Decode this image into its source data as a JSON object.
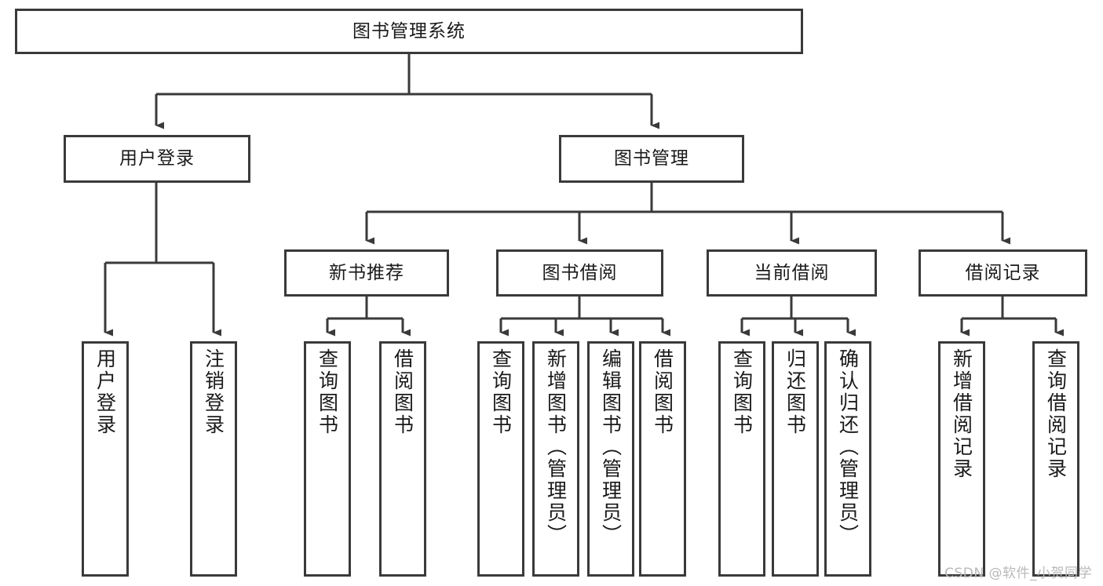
{
  "diagram": {
    "type": "tree",
    "title": "图书管理系统",
    "watermark": "CSDN @软件_小贺同学",
    "colors": {
      "stroke": "#3a3a3a",
      "fill": "#ffffff",
      "text": "#1a1a1a",
      "watermark": "#b9b9b9"
    },
    "levels": {
      "root": {
        "label": "图书管理系统"
      },
      "level2": [
        {
          "label": "用户登录"
        },
        {
          "label": "图书管理"
        }
      ],
      "level3": [
        {
          "label": "新书推荐"
        },
        {
          "label": "图书借阅"
        },
        {
          "label": "当前借阅"
        },
        {
          "label": "借阅记录"
        }
      ],
      "leaves": {
        "user_login": [
          {
            "label": "用户登录"
          },
          {
            "label": "注销登录"
          }
        ],
        "new_book_recommend": [
          {
            "label": "查询图书"
          },
          {
            "label": "借阅图书"
          }
        ],
        "book_borrow": [
          {
            "label": "查询图书"
          },
          {
            "label": "新增图书（管理员）"
          },
          {
            "label": "编辑图书（管理员）"
          },
          {
            "label": "借阅图书"
          }
        ],
        "current_borrow": [
          {
            "label": "查询图书"
          },
          {
            "label": "归还图书"
          },
          {
            "label": "确认归还（管理员）"
          }
        ],
        "borrow_record": [
          {
            "label": "新增借阅记录"
          },
          {
            "label": "查询借阅记录"
          }
        ]
      }
    }
  }
}
